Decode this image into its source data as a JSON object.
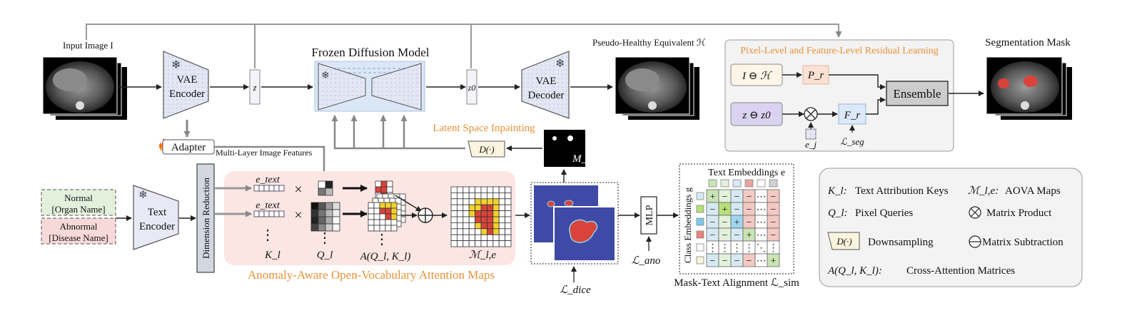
{
  "labels": {
    "input_image": "Input Image I",
    "vae_encoder": [
      "VAE",
      "Encoder"
    ],
    "z": "z",
    "frozen_diffusion": "Frozen Diffusion Model",
    "z0": "z0",
    "vae_decoder": [
      "VAE",
      "Decoder"
    ],
    "pseudo_healthy": "Pseudo-Healthy Equivalent ℋ",
    "adapter": "Adapter",
    "multi_layer": "Multi-Layer Image Features",
    "latent_inpainting": "Latent Space Inpainting",
    "downsample_op": "D(·)",
    "ml": "M_L",
    "residual_title": "Pixel-Level and Feature-Level Residual Learning",
    "i_minus_h": "I ⊖ ℋ",
    "pr": "P_r",
    "z_minus_z0": "z ⊖ z0",
    "fr": "F_r",
    "ej": "e_j",
    "lseg": "ℒ_seg",
    "ensemble": "Ensemble",
    "seg_mask": "Segmentation Mask",
    "prompt_normal": [
      "Normal",
      "[Organ Name]"
    ],
    "prompt_abnormal": [
      "Abnormal",
      "[Disease Name]"
    ],
    "text_encoder": [
      "Text",
      "Encoder"
    ],
    "dim_reduction": "Dimension Reduction",
    "e_text": "e_text",
    "times": "×",
    "kl": "K_l",
    "ql": "Q_l",
    "a_ql_kl": "A(Q_l, K_l)",
    "m_le": "ℳ_l,e",
    "aova_title": "Anomaly-Aware Open-Vocabulary Attention Maps",
    "ldice": "ℒ_dice",
    "mlp": "MLP",
    "lano": "ℒ_ano",
    "text_embeddings": "Text Embeddings e",
    "class_embeddings": "Class Embeddings g",
    "mask_text_alignment": "Mask-Text Alignment ℒ_sim"
  },
  "alignment_matrix": [
    [
      "+",
      "−",
      "−",
      "−",
      "⋯",
      "−"
    ],
    [
      "−",
      "+",
      "−",
      "−",
      "⋯",
      "−"
    ],
    [
      "−",
      "−",
      "+",
      "−",
      "⋯",
      "−"
    ],
    [
      "−",
      "−",
      "−",
      "+",
      "⋯",
      "−"
    ],
    [
      "⋮",
      "⋮",
      "⋮",
      "⋮",
      "⋱",
      "⋮"
    ],
    [
      "−",
      "−",
      "−",
      "−",
      "⋯",
      "+"
    ]
  ],
  "legend": [
    {
      "symbol": "K_l:",
      "text": "Text Attribution Keys"
    },
    {
      "symbol": "ℳ_l,e:",
      "text": "AOVA Maps"
    },
    {
      "symbol": "Q_l:",
      "text": "Pixel Queries"
    },
    {
      "symbol": "⊗",
      "text": "Matrix Product"
    },
    {
      "symbol": "D(·)",
      "text": "Downsampling"
    },
    {
      "symbol": "⊖",
      "text": "Matrix Subtraction"
    },
    {
      "symbol": "A(Q_l, K_l):",
      "text": "Cross-Attention Matrices"
    }
  ],
  "colors": {
    "accent_orange": "#e69138",
    "encoder_fill": "#e8e9f4",
    "diffusion_bg": "#dbe7f6",
    "panel_bg": "#f3f3f3",
    "residual_pink": "#fbe1d3",
    "residual_blue": "#dde8f8",
    "residual_purple": "#d9d2f0",
    "ensemble_gray": "#cccccc",
    "normal_green": "#e3f1dc",
    "abnormal_pink": "#f8d9d9",
    "aova_bg": "#fbe6e3",
    "mask_blue": "#3f4aa6",
    "lesion_red": "#d9433a"
  }
}
